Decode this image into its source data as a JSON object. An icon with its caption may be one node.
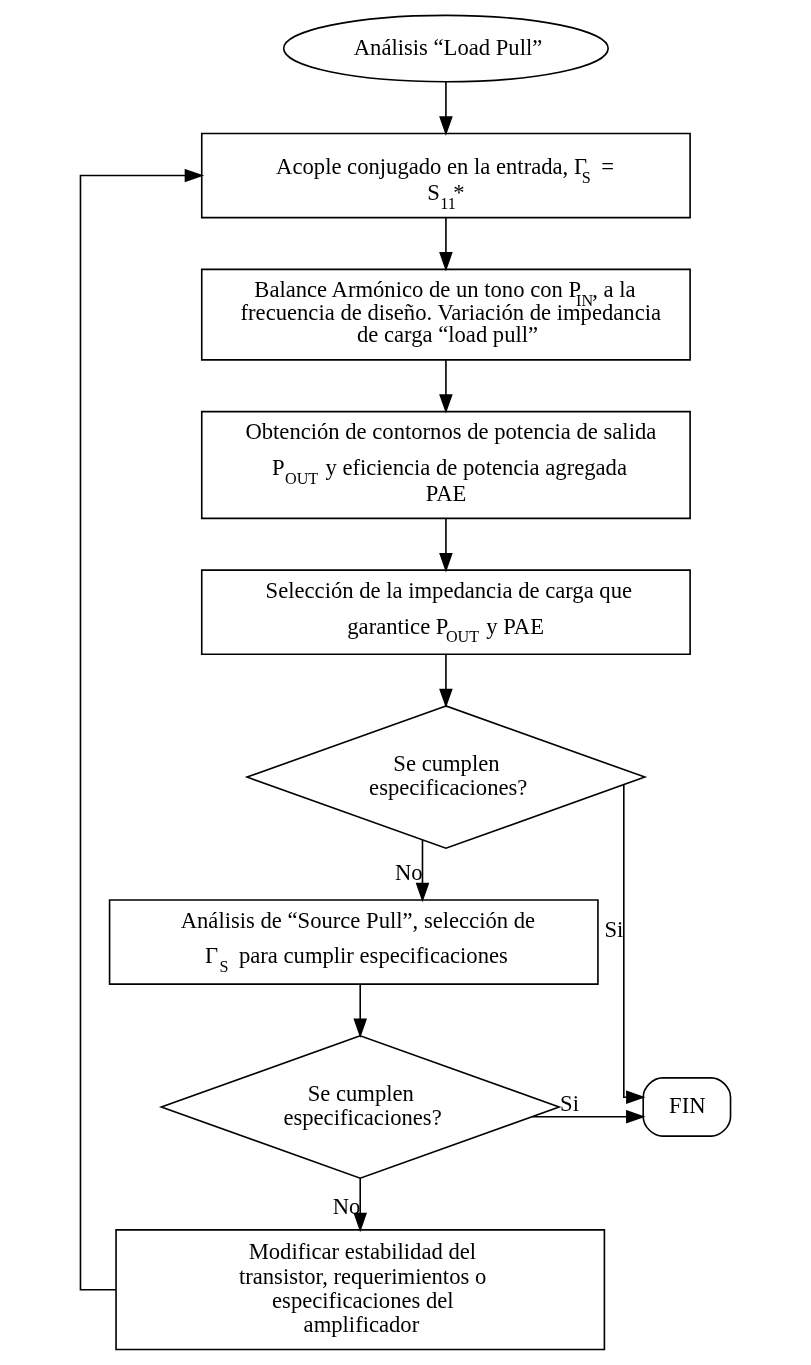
{
  "diagram": {
    "nodes": [
      {
        "text": [
          "Análisis “Load Pull”"
        ]
      },
      {
        "text": [
          "Acople conjugado en la entrada, Γ$_{S}$ = S$_{11}$*"
        ]
      },
      {
        "text": [
          "Balance Armónico de un tono con P$_{IN}$, a la frecuencia de diseño. Variación de impedancia de carga “load pull”"
        ]
      },
      {
        "text": [
          "Obtención de contornos de potencia de salida P$_{OUT}$ y eficiencia de potencia agregada PAE"
        ]
      },
      {
        "text": [
          "Selección de la impedancia de carga que garantice P$_{OUT}$ y PAE"
        ]
      },
      {
        "text": [
          "Se cumplen especificaciones?"
        ]
      },
      {
        "text": [
          "Análisis de “Source Pull”, selección de Γ$_{S}$ para cumplir especificaciones"
        ]
      },
      {
        "text": [
          "Se cumplen especificaciones?"
        ]
      },
      {
        "text": [
          "FIN"
        ]
      },
      {
        "text": [
          "Modificar estabilidad del transistor, requerimientos o especificaciones del amplificador"
        ]
      }
    ],
    "edges": [
      {
        "from": 0,
        "to": 1,
        "arrow": "to"
      },
      {
        "from": 1,
        "to": 2,
        "arrow": "to"
      },
      {
        "from": 2,
        "to": 3,
        "arrow": "to"
      },
      {
        "from": 3,
        "to": 4,
        "arrow": "to"
      },
      {
        "from": 4,
        "to": 5,
        "arrow": "to"
      },
      {
        "from": 5,
        "to": 8,
        "arrow": "to",
        "label": "Si"
      },
      {
        "from": 5,
        "to": 6,
        "arrow": "to",
        "label": "No"
      },
      {
        "from": 6,
        "to": 7,
        "arrow": "to"
      },
      {
        "from": 7,
        "to": 8,
        "arrow": "to",
        "label": "Si"
      },
      {
        "from": 7,
        "to": 9,
        "arrow": "to",
        "label": "No"
      },
      {
        "from": 9,
        "to": 1,
        "arrow": "to"
      }
    ]
  }
}
